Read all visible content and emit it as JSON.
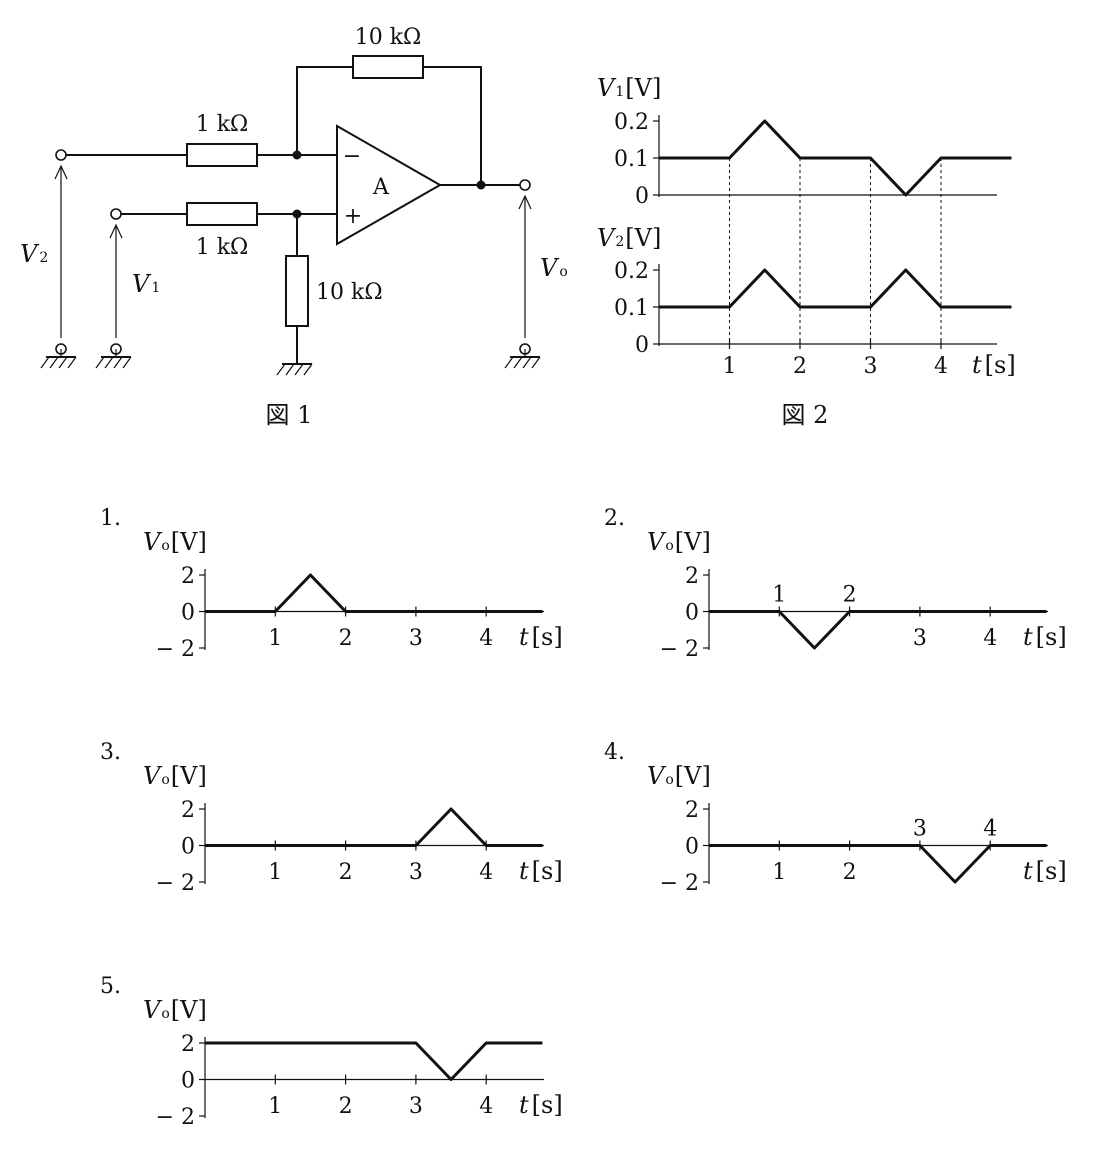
{
  "figure1": {
    "caption": "図 1",
    "r_feedback": "10 kΩ",
    "r_in_minus": "1 kΩ",
    "r_in_plus": "1 kΩ",
    "r_ground": "10 kΩ",
    "opamp_label": "A",
    "minus_sign": "−",
    "plus_sign": "+",
    "v2": {
      "sym": "V",
      "sub": "2"
    },
    "v1": {
      "sym": "V",
      "sub": "1"
    },
    "vo": {
      "sym": "V",
      "sub": "o"
    }
  },
  "figure2": {
    "caption": "図 2",
    "time_label": {
      "sym": "t",
      "unit": "[s]"
    }
  },
  "chart_data": [
    {
      "id": "fig2_v1",
      "type": "line",
      "ylabel": {
        "sym": "V",
        "sub": "1",
        "unit": "[V]"
      },
      "yticks": [
        "0.2",
        "0.1",
        "0"
      ],
      "ylim": [
        0,
        0.2
      ],
      "xticks": [],
      "xlim": [
        0,
        5
      ],
      "series": [
        {
          "x": [
            0,
            1,
            1.5,
            2,
            3,
            3.5,
            4,
            5
          ],
          "y": [
            0.1,
            0.1,
            0.2,
            0.1,
            0.1,
            0,
            0.1,
            0.1
          ]
        }
      ]
    },
    {
      "id": "fig2_v2",
      "type": "line",
      "ylabel": {
        "sym": "V",
        "sub": "2",
        "unit": "[V]"
      },
      "yticks": [
        "0.2",
        "0.1",
        "0"
      ],
      "ylim": [
        0,
        0.2
      ],
      "xticks": [
        "1",
        "2",
        "3",
        "4"
      ],
      "xlim": [
        0,
        5
      ],
      "series": [
        {
          "x": [
            0,
            1,
            1.5,
            2,
            3,
            3.5,
            4,
            5
          ],
          "y": [
            0.1,
            0.1,
            0.2,
            0.1,
            0.1,
            0.2,
            0.1,
            0.1
          ]
        }
      ]
    },
    {
      "id": "option_1",
      "number": "1.",
      "type": "line",
      "ylabel": {
        "sym": "V",
        "sub": "o",
        "unit": "[V]"
      },
      "yticks": [
        "2",
        "0",
        "− 2"
      ],
      "ylim": [
        -2,
        2
      ],
      "xticks": [
        "1",
        "2",
        "3",
        "4"
      ],
      "xlim": [
        0,
        4.8
      ],
      "series": [
        {
          "x": [
            0,
            1,
            1.5,
            2,
            4.8
          ],
          "y": [
            0,
            0,
            2,
            0,
            0
          ]
        }
      ]
    },
    {
      "id": "option_2",
      "number": "2.",
      "type": "line",
      "ylabel": {
        "sym": "V",
        "sub": "o",
        "unit": "[V]"
      },
      "yticks": [
        "2",
        "0",
        "− 2"
      ],
      "ylim": [
        -2,
        2
      ],
      "xticks": [
        "1",
        "2",
        "3",
        "4"
      ],
      "xlim": [
        0,
        4.8
      ],
      "series": [
        {
          "x": [
            0,
            1,
            1.5,
            2,
            4.8
          ],
          "y": [
            0,
            0,
            -2,
            0,
            0
          ]
        }
      ]
    },
    {
      "id": "option_3",
      "number": "3.",
      "type": "line",
      "ylabel": {
        "sym": "V",
        "sub": "o",
        "unit": "[V]"
      },
      "yticks": [
        "2",
        "0",
        "− 2"
      ],
      "ylim": [
        -2,
        2
      ],
      "xticks": [
        "1",
        "2",
        "3",
        "4"
      ],
      "xlim": [
        0,
        4.8
      ],
      "series": [
        {
          "x": [
            0,
            3,
            3.5,
            4,
            4.8
          ],
          "y": [
            0,
            0,
            2,
            0,
            0
          ]
        }
      ]
    },
    {
      "id": "option_4",
      "number": "4.",
      "type": "line",
      "ylabel": {
        "sym": "V",
        "sub": "o",
        "unit": "[V]"
      },
      "yticks": [
        "2",
        "0",
        "− 2"
      ],
      "ylim": [
        -2,
        2
      ],
      "xticks": [
        "1",
        "2",
        "3",
        "4"
      ],
      "xlim": [
        0,
        4.8
      ],
      "series": [
        {
          "x": [
            0,
            3,
            3.5,
            4,
            4.8
          ],
          "y": [
            0,
            0,
            -2,
            0,
            0
          ]
        }
      ]
    },
    {
      "id": "option_5",
      "number": "5.",
      "type": "line",
      "ylabel": {
        "sym": "V",
        "sub": "o",
        "unit": "[V]"
      },
      "yticks": [
        "2",
        "0",
        "− 2"
      ],
      "ylim": [
        -2,
        2
      ],
      "xticks": [
        "1",
        "2",
        "3",
        "4"
      ],
      "xlim": [
        0,
        4.8
      ],
      "series": [
        {
          "x": [
            0,
            3,
            3.5,
            4,
            4.8
          ],
          "y": [
            2,
            2,
            0,
            2,
            2
          ]
        }
      ]
    }
  ]
}
